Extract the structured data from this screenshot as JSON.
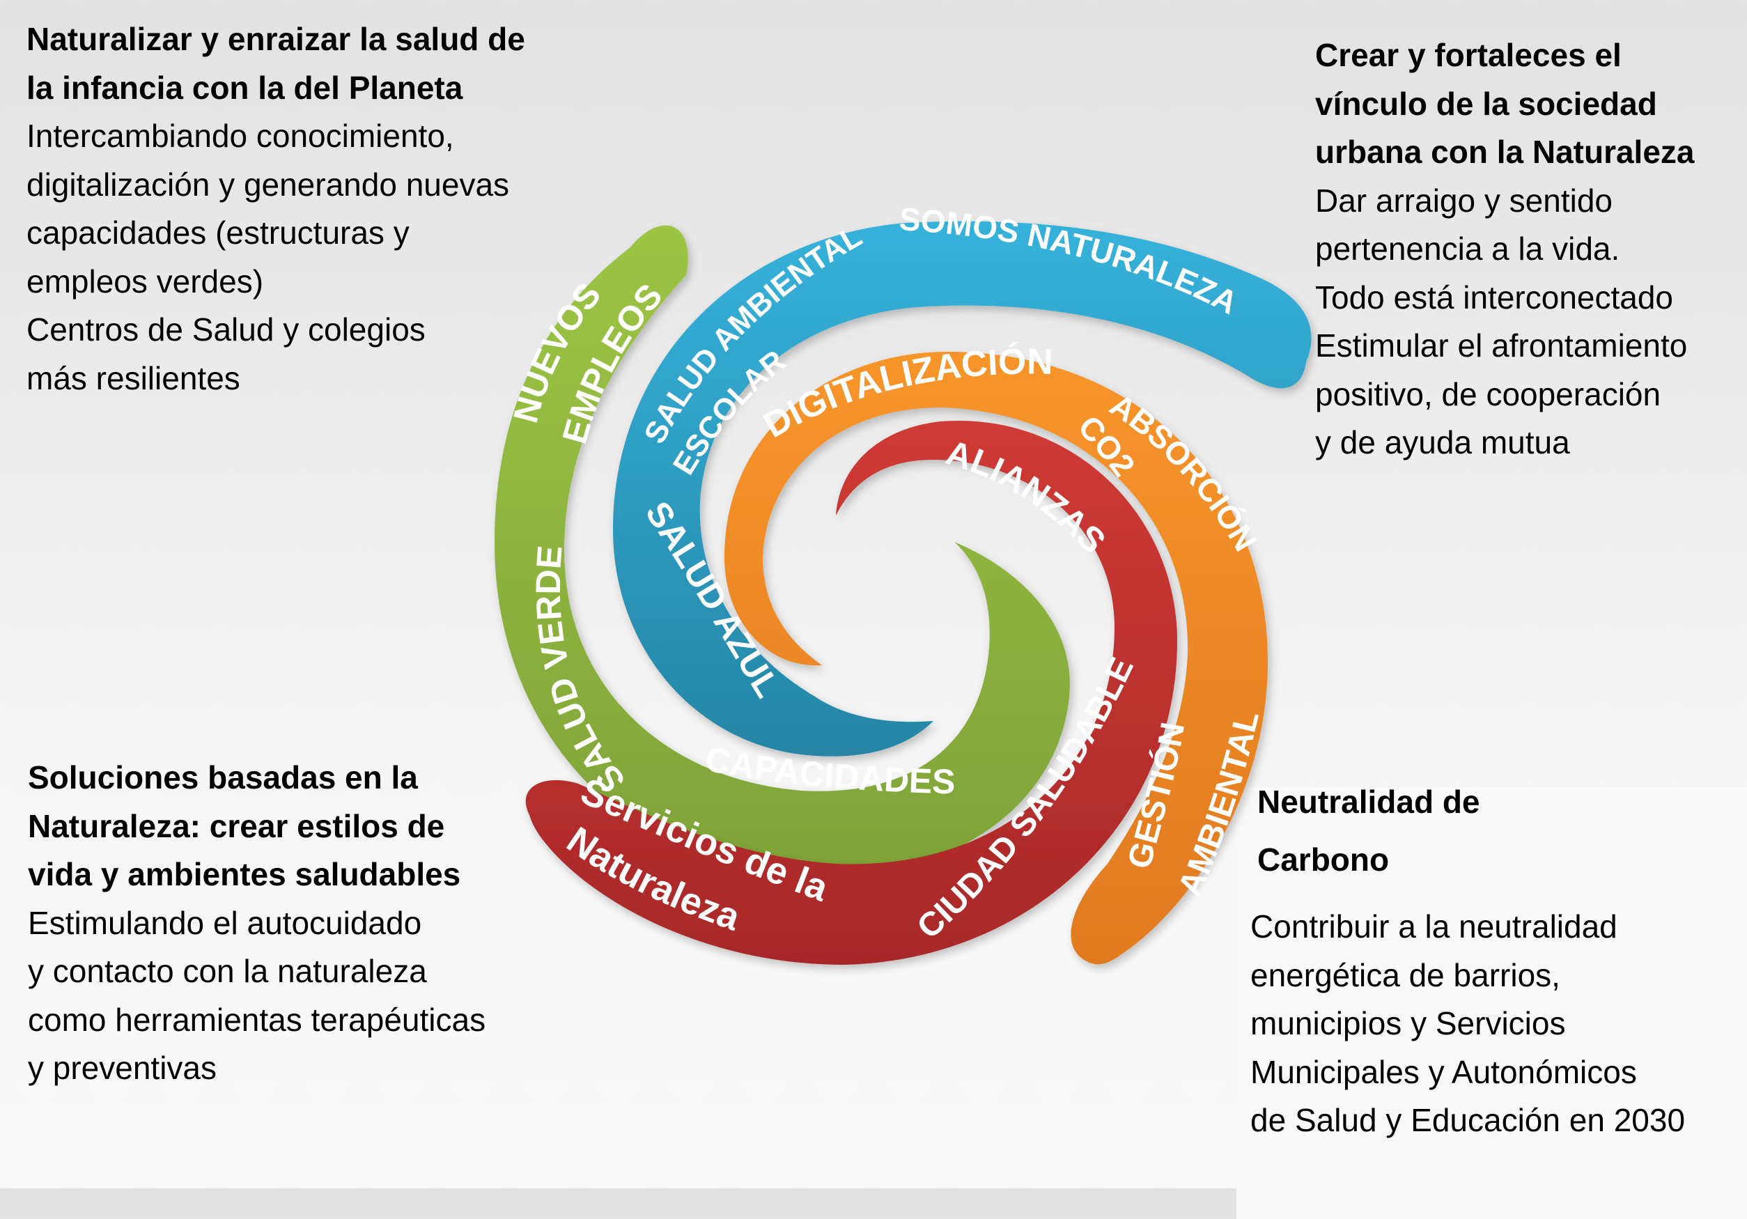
{
  "blocks": {
    "top_left": {
      "heading": [
        "Naturalizar y enraizar la salud de",
        "la infancia con la del Planeta"
      ],
      "body": [
        "Intercambiando conocimiento,",
        "digitalización y generando nuevas",
        "capacidades (estructuras y",
        "empleos verdes)",
        "Centros de Salud y colegios",
        "más resilientes"
      ]
    },
    "top_right": {
      "heading": [
        "Crear y fortaleces el",
        "vínculo de la sociedad",
        "urbana con la Naturaleza"
      ],
      "body": [
        "Dar arraigo y sentido",
        "pertenencia a la vida.",
        "Todo está interconectado",
        "Estimular el afrontamiento",
        "positivo, de cooperación",
        "y de ayuda mutua"
      ]
    },
    "bottom_left": {
      "heading": [
        "Soluciones basadas en la",
        "Naturaleza: crear estilos de",
        "vida y ambientes saludables"
      ],
      "body": [
        "Estimulando el autocuidado",
        "y contacto con la naturaleza",
        "como herramientas terapéuticas",
        "y preventivas"
      ]
    },
    "bottom_right": {
      "heading": [
        "Neutralidad de",
        "Carbono"
      ],
      "body": [
        "Contribuir a la neutralidad",
        "energética de barrios,",
        "municipios y Servicios",
        "Municipales y Autonómicos",
        "de Salud y Educación en 2030"
      ]
    }
  },
  "spiral": {
    "arms": [
      {
        "name": "green",
        "color": "#8cb33f",
        "labels": [
          "NUEVOS",
          "EMPLEOS",
          "SALUD VERDE",
          "CAPACIDADES"
        ]
      },
      {
        "name": "blue",
        "color": "#2a9fc7",
        "labels": [
          "SOMOS NATURALEZA",
          "SALUD AMBIENTAL",
          "ESCOLAR",
          "SALUD AZUL"
        ]
      },
      {
        "name": "orange",
        "color": "#f18a25",
        "labels": [
          "DIGITALIZACIÓN",
          "ABSORCIÓN",
          "CO2",
          "GESTIÓN",
          "AMBIENTAL"
        ]
      },
      {
        "name": "red",
        "color": "#c0312f",
        "labels": [
          "ALIANZAS",
          "CIUDAD SALUDABLE",
          "Servicios de la",
          "Naturaleza"
        ]
      }
    ]
  }
}
